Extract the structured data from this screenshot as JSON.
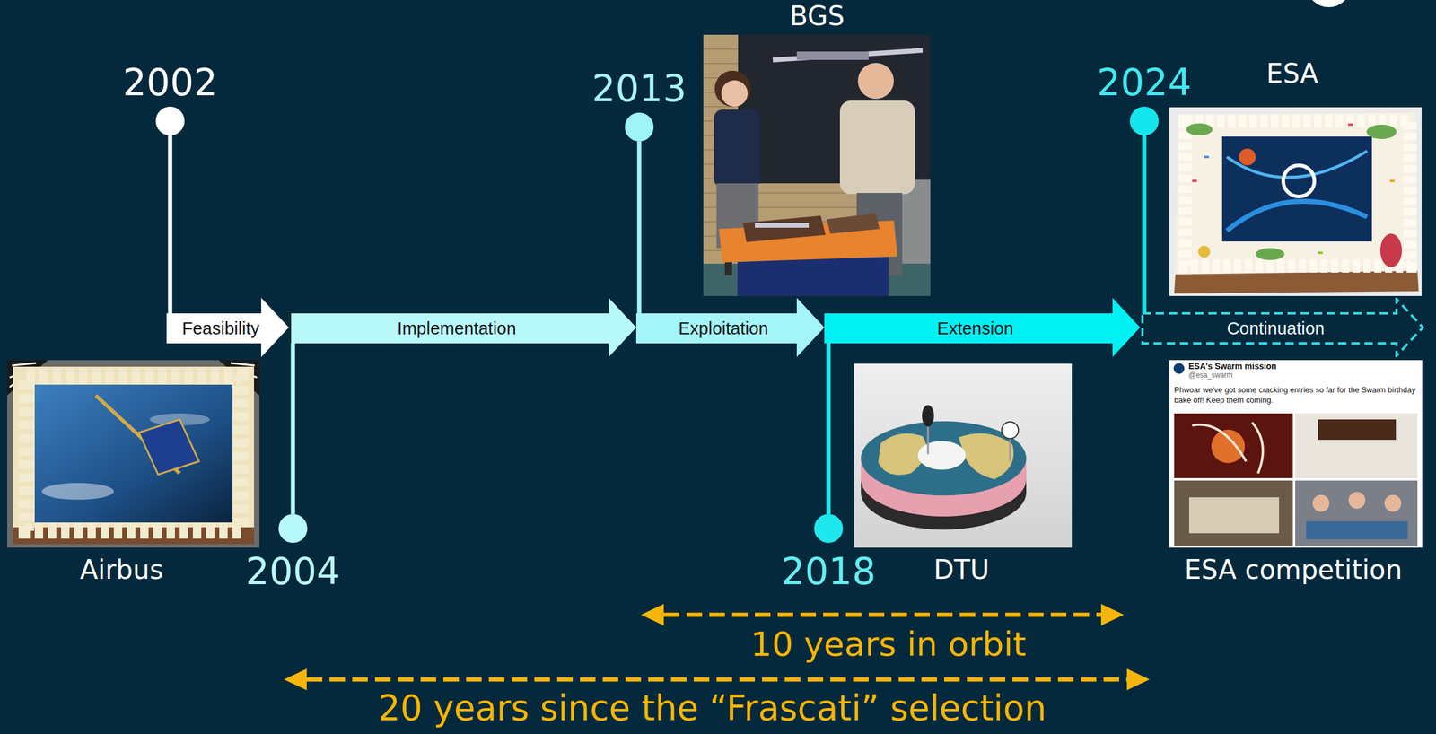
{
  "diagram": {
    "nodes": [
      {
        "text": [
          "2002"
        ]
      },
      {
        "text": [
          "Feasibility"
        ]
      },
      {
        "text": [
          "2004"
        ]
      },
      {
        "text": [
          "Implementation"
        ]
      },
      {
        "text": [
          "2013"
        ]
      },
      {
        "text": [
          "Exploitation"
        ]
      },
      {
        "text": [
          "2018"
        ]
      },
      {
        "text": [
          "Extension"
        ]
      },
      {
        "text": [
          "2024"
        ]
      },
      {
        "text": [
          "Continuation"
        ]
      }
    ],
    "edges": [
      {
        "from": 0,
        "to": 1,
        "arrow": "none"
      },
      {
        "from": 2,
        "to": 3,
        "arrow": "none"
      },
      {
        "from": 4,
        "to": 5,
        "arrow": "none"
      },
      {
        "from": 6,
        "to": 7,
        "arrow": "none"
      },
      {
        "from": 8,
        "to": 9,
        "arrow": "none"
      }
    ],
    "labels": [
      "BGS",
      "ESA",
      "Airbus",
      "DTU",
      "ESA competition",
      "10 years in orbit",
      "20 years since the “Frascati” selection",
      "ESA's Swarm mission",
      "@esa_swarm",
      "Phwoar we've got some cracking entries so far for the Swarm birthday bake off! Keep them coming."
    ]
  }
}
